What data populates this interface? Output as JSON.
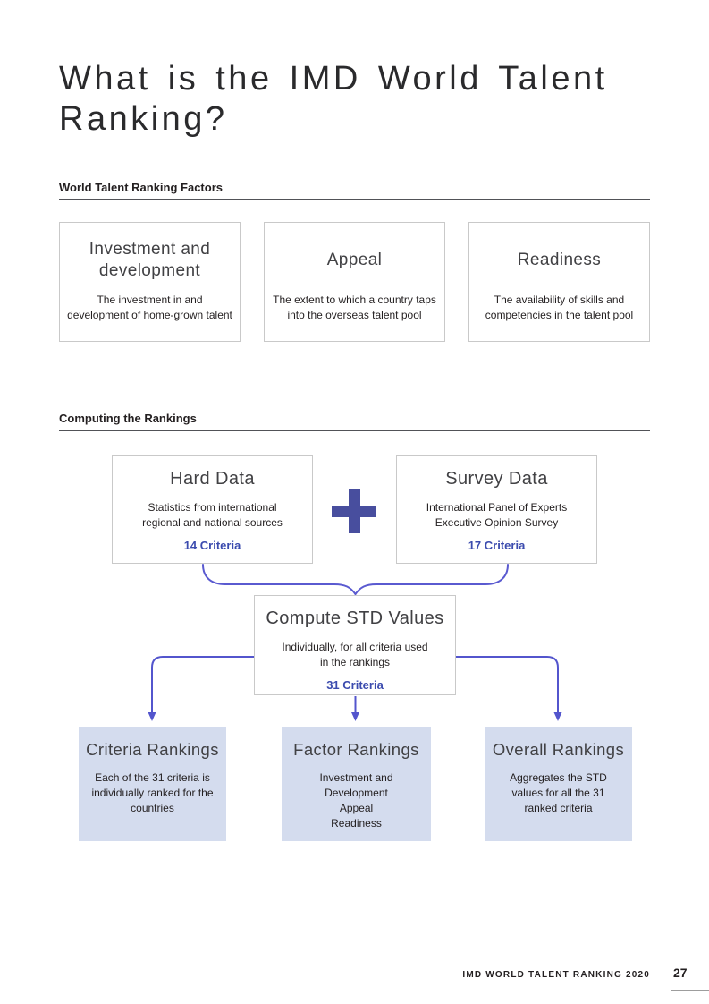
{
  "page": {
    "title_line1": "What is the IMD World Talent",
    "title_line2": "Ranking?"
  },
  "factors_section": {
    "heading": "World Talent Ranking Factors",
    "boxes": [
      {
        "title": "Investment and\ndevelopment",
        "description": "The investment in and\ndevelopment of home-grown talent"
      },
      {
        "title": "Appeal",
        "description": "The extent to which a country taps\ninto the overseas talent pool"
      },
      {
        "title": "Readiness",
        "description": "The availability of skills and\ncompetencies in the talent pool"
      }
    ]
  },
  "computing_section": {
    "heading": "Computing the Rankings",
    "hard_data": {
      "title": "Hard Data",
      "description": "Statistics from international\nregional and national sources",
      "criteria": "14 Criteria"
    },
    "survey_data": {
      "title": "Survey Data",
      "description": "International Panel of Experts\nExecutive Opinion Survey",
      "criteria": "17 Criteria"
    },
    "compute_std": {
      "title": "Compute STD Values",
      "description": "Individually, for all criteria used\nin the rankings",
      "criteria": "31 Criteria"
    },
    "outputs": [
      {
        "title": "Criteria Rankings",
        "description": "Each of the 31 criteria is\nindividually ranked for the\ncountries"
      },
      {
        "title": "Factor Rankings",
        "description": "Investment and\nDevelopment\nAppeal\nReadiness"
      },
      {
        "title": "Overall Rankings",
        "description": "Aggregates the STD\nvalues for all the 31\nranked criteria"
      }
    ]
  },
  "footer": {
    "text": "IMD WORLD TALENT RANKING 2020",
    "page_number": "27"
  },
  "colors": {
    "accent_indigo": "#484e9e",
    "criteria_blue": "#3b4bae",
    "connector_purple": "#5355cd",
    "output_box_bg": "#d4dcee",
    "rule_gray": "#515257"
  }
}
